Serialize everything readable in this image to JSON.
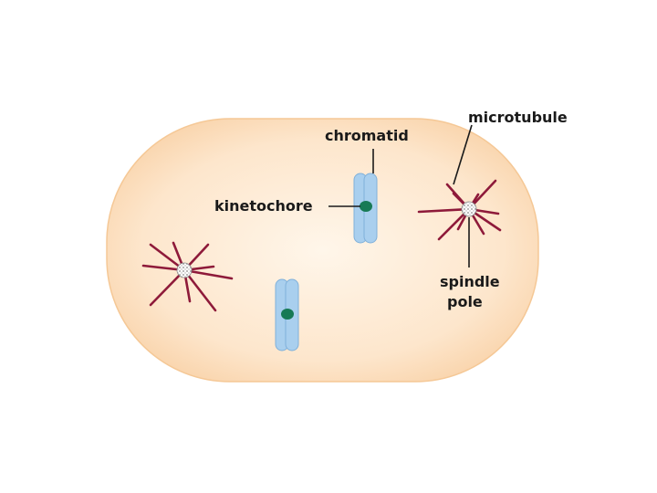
{
  "diagram": {
    "colors": {
      "cell_fill_center": "#fff6ea",
      "cell_fill_edge": "#fbd9b4",
      "microtubule": "#8e1a3a",
      "chromatid": "#a9cfee",
      "kinetochore": "#177a55",
      "centrosome": "#9a9a9a"
    },
    "labels": {
      "microtubule": "microtubule",
      "chromatid": "chromatid",
      "kinetochore": "kinetochore",
      "spindle_pole_line1": "spindle",
      "spindle_pole_line2": "pole"
    }
  }
}
